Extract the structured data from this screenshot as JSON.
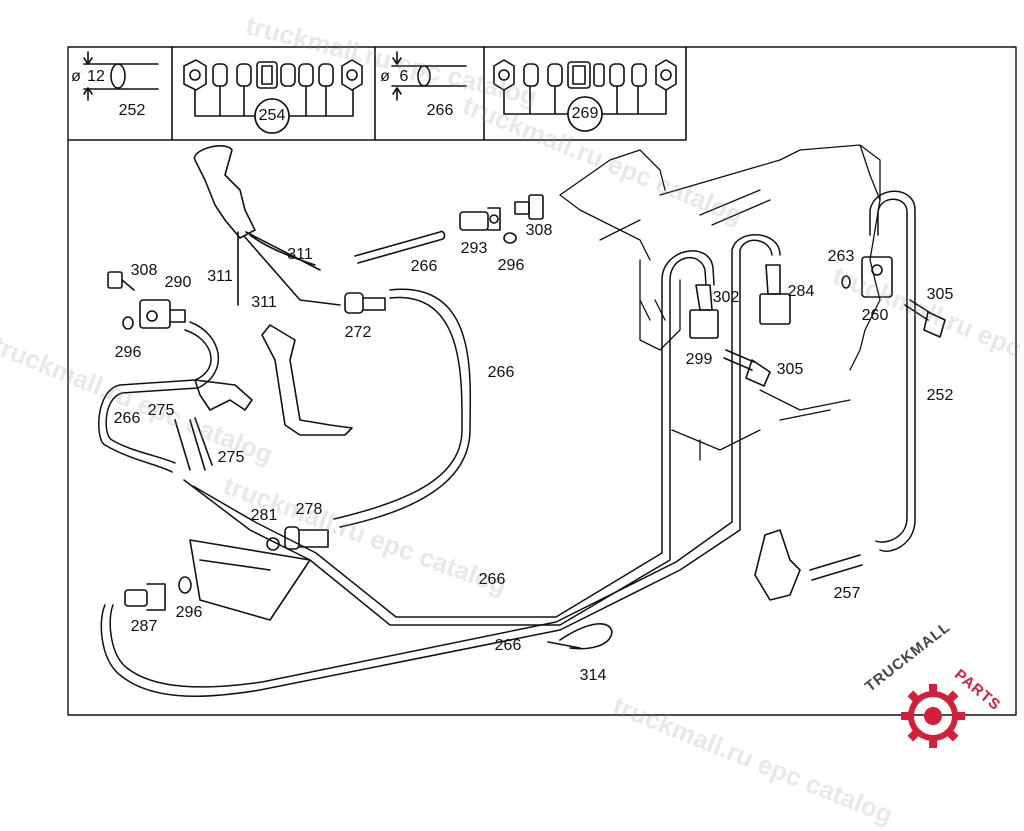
{
  "watermark": "truckmall.ru epc catalog",
  "brand": {
    "part1": "TRUCKMALL",
    "part2": "PARTS",
    "color_dark": "#444444",
    "color_accent": "#d21f3c"
  },
  "legend": {
    "hose_dia_1": {
      "symbol": "ø",
      "size": "12",
      "ref": "252"
    },
    "fittings_1": {
      "ref": "254"
    },
    "hose_dia_2": {
      "symbol": "ø",
      "size": "6",
      "ref": "266"
    },
    "fittings_2": {
      "ref": "269"
    }
  },
  "callouts": [
    "311",
    "311",
    "311",
    "308",
    "290",
    "296",
    "272",
    "266",
    "293",
    "308",
    "296",
    "266",
    "275",
    "275",
    "281",
    "278",
    "266",
    "287",
    "296",
    "266",
    "314",
    "263",
    "302",
    "284",
    "260",
    "305",
    "299",
    "305",
    "252",
    "257"
  ]
}
